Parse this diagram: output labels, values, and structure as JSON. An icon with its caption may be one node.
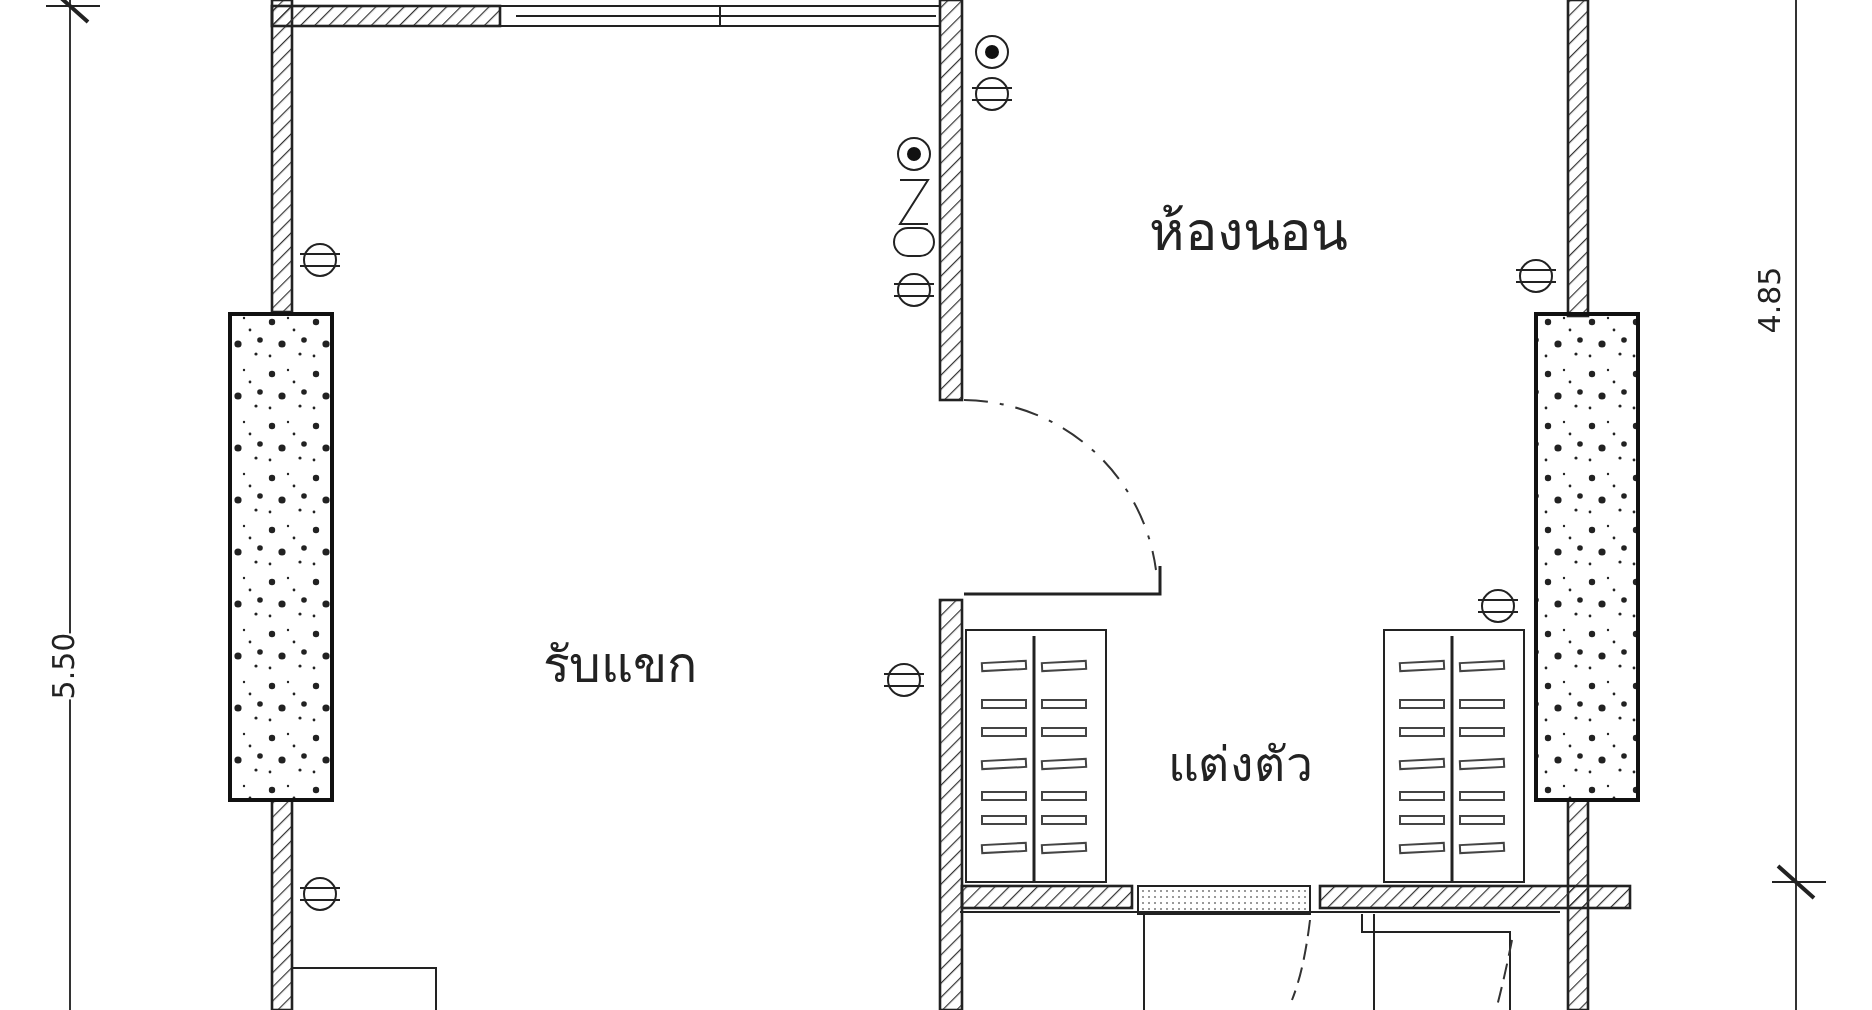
{
  "diagram": {
    "labels": [
      "ห้องนอน",
      "รับแขก",
      "แต่งตัว",
      "5.50",
      "4.85"
    ]
  }
}
